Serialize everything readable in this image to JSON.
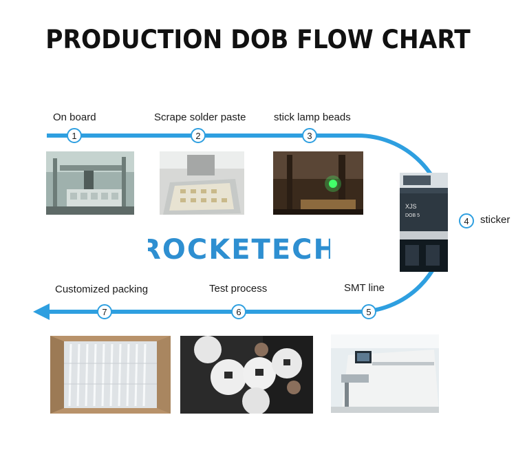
{
  "title": "PRODUCTION DOB FLOW CHART",
  "brand": "ROCKETECH",
  "colors": {
    "flow": "#2e9fe0",
    "brand": "#2e8fd1",
    "step_circle_stroke": "#2e9fe0"
  },
  "steps": [
    {
      "number": "1",
      "label": "On board"
    },
    {
      "number": "2",
      "label": "Scrape solder paste"
    },
    {
      "number": "3",
      "label": "stick lamp beads"
    },
    {
      "number": "4",
      "label": "sticker"
    },
    {
      "number": "5",
      "label": "SMT line"
    },
    {
      "number": "6",
      "label": "Test process"
    },
    {
      "number": "7",
      "label": "Customized packing"
    }
  ],
  "photo_text": {
    "machine_brand": "XJS",
    "machine_model": "DOB 5"
  }
}
